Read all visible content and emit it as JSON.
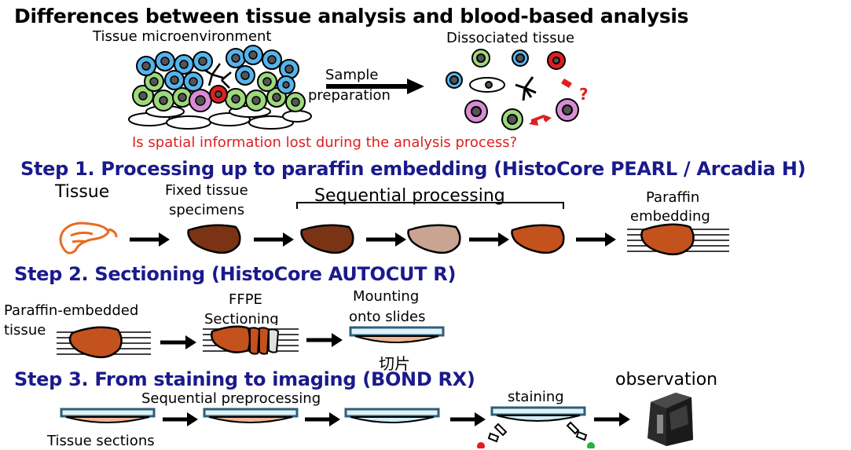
{
  "title": "Differences between tissue analysis and blood-based analysis",
  "intro": {
    "left_label": "Tissue microenvironment",
    "right_label": "Dissociated tissue",
    "arrow_label_1": "Sample",
    "arrow_label_2": "preparation",
    "question_mark": "?",
    "question": "Is spatial information lost during the analysis process?"
  },
  "step1": {
    "heading": "Step 1. Processing up to paraffin embedding (HistoCore PEARL / Arcadia H)",
    "tissue": "Tissue",
    "fixed_1": "Fixed tissue",
    "fixed_2": "specimens",
    "sequential": "Sequential processing",
    "paraffin_1": "Paraffin",
    "paraffin_2": "embedding"
  },
  "step2": {
    "heading": "Step 2. Sectioning (HistoCore AUTOCUT R)",
    "pe_1": "Paraffin-embedded",
    "pe_2": "tissue",
    "ffpe_1": "FFPE",
    "ffpe_2": "Sectioning",
    "mount_1": "Mounting",
    "mount_2": "onto slides",
    "slice": "切片"
  },
  "step3": {
    "heading": "Step 3. From staining to imaging (BOND RX)",
    "sections": "Tissue sections",
    "preprocessing": "Sequential preprocessing",
    "staining": "staining",
    "observation": "observation"
  },
  "colors": {
    "heading_blue": "#1a1a8c",
    "red": "#e01e1e",
    "tissue_dark": "#7a3314",
    "tissue_orange": "#c4521c",
    "tissue_light": "#c9a493",
    "slide_blue": "#2f5f7a",
    "section_pink": "#f0b596",
    "section_cyan": "#cfeef5"
  }
}
